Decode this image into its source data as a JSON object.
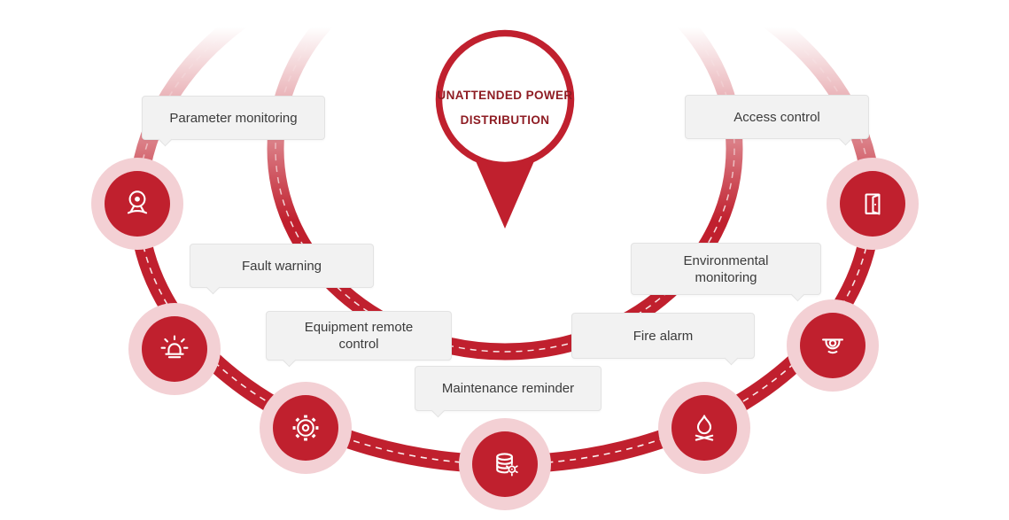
{
  "diagram": {
    "title_line1": "UNATTENDED POWER",
    "title_line2": "DISTRIBUTION",
    "labels": {
      "parameter": {
        "text": "Parameter monitoring"
      },
      "fault": {
        "text": "Fault warning"
      },
      "equipment": {
        "text": "Equipment remote control"
      },
      "maintenance": {
        "text": "Maintenance reminder"
      },
      "fire": {
        "text": "Fire alarm"
      },
      "environmental": {
        "text": "Environmental monitoring"
      },
      "access": {
        "text": "Access control"
      }
    },
    "nodes": [
      {
        "id": "parameter-monitoring",
        "icon": "webcam-icon"
      },
      {
        "id": "fault-warning",
        "icon": "siren-icon"
      },
      {
        "id": "equipment-remote-control",
        "icon": "gear-icon"
      },
      {
        "id": "maintenance-reminder",
        "icon": "database-gear-icon"
      },
      {
        "id": "fire-alarm",
        "icon": "flame-icon"
      },
      {
        "id": "environmental-monitoring",
        "icon": "dome-camera-icon"
      },
      {
        "id": "access-control",
        "icon": "door-icon"
      }
    ]
  },
  "colors": {
    "red": "#c0202e",
    "dark_red_text": "#8e1c23",
    "halo_pink": "#f3d0d4",
    "label_bg": "#f2f2f2",
    "label_border": "#e3e3e3",
    "label_text": "#3b3b3b",
    "background": "#ffffff"
  }
}
